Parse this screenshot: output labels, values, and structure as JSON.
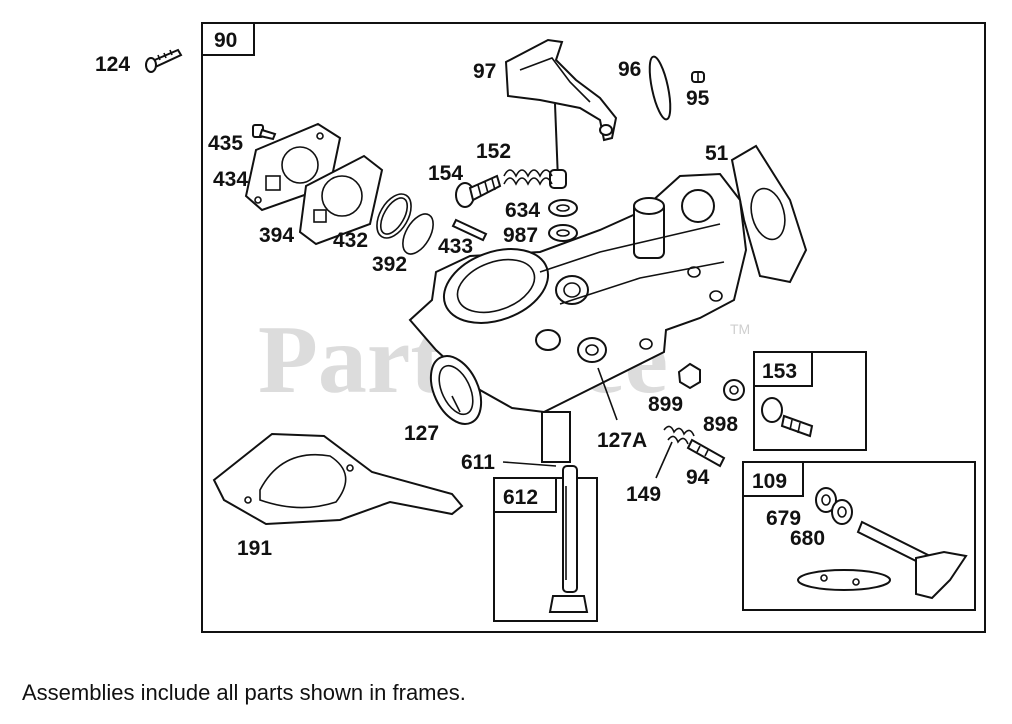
{
  "watermark": {
    "text": "PartsTree",
    "tm": "TM"
  },
  "footnote": "Assemblies include all parts shown in frames.",
  "frames": {
    "main": "90",
    "f153": "153",
    "f109": "109",
    "f612": "612"
  },
  "callouts": {
    "p124": "124",
    "p97": "97",
    "p96": "96",
    "p95": "95",
    "p435": "435",
    "p434": "434",
    "p152": "152",
    "p154": "154",
    "p51": "51",
    "p634": "634",
    "p987": "987",
    "p394": "394",
    "p432": "432",
    "p433": "433",
    "p392": "392",
    "p127": "127",
    "p127A": "127A",
    "p899": "899",
    "p898": "898",
    "p611": "611",
    "p149": "149",
    "p94": "94",
    "p191": "191",
    "p679": "679",
    "p680": "680"
  }
}
